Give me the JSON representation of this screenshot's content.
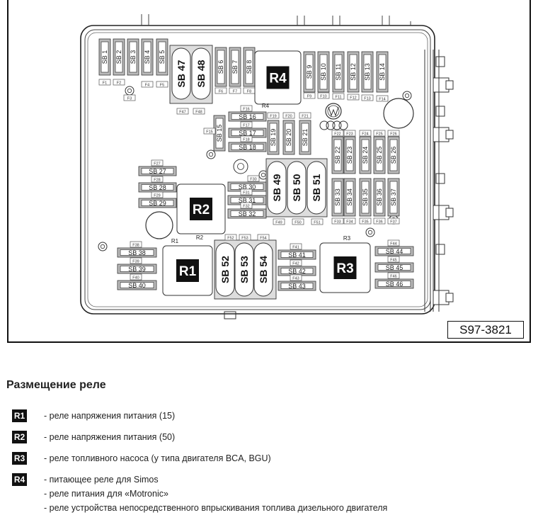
{
  "diagram": {
    "code": "S97-3821",
    "relays": {
      "R1": "R1",
      "R2": "R2",
      "R3": "R3",
      "R4": "R4"
    },
    "fuses_vertical_small": [
      {
        "sb": "SB 1",
        "f": "F1"
      },
      {
        "sb": "SB 2",
        "f": "F2"
      },
      {
        "sb": "SB 3",
        "f": "F3"
      },
      {
        "sb": "SB 4",
        "f": "F4"
      },
      {
        "sb": "SB 5",
        "f": "F5"
      },
      {
        "sb": "SB 6",
        "f": "F6"
      },
      {
        "sb": "SB 7",
        "f": "F7"
      },
      {
        "sb": "SB 8",
        "f": "F8"
      },
      {
        "sb": "SB 9",
        "f": "F9"
      },
      {
        "sb": "SB 10",
        "f": "F10"
      },
      {
        "sb": "SB 11",
        "f": "F11"
      },
      {
        "sb": "SB 12",
        "f": "F12"
      },
      {
        "sb": "SB 13",
        "f": "F13"
      },
      {
        "sb": "SB 14",
        "f": "F14"
      },
      {
        "sb": "SB 15",
        "f": "F15"
      },
      {
        "sb": "SB 19",
        "f": "F19"
      },
      {
        "sb": "SB 20",
        "f": "F20"
      },
      {
        "sb": "SB 21",
        "f": "F21"
      },
      {
        "sb": "SB 22",
        "f": "F22"
      },
      {
        "sb": "SB 23",
        "f": "F23"
      },
      {
        "sb": "SB 24",
        "f": "F24"
      },
      {
        "sb": "SB 25",
        "f": "F25"
      },
      {
        "sb": "SB 26",
        "f": "F26"
      },
      {
        "sb": "SB 33",
        "f": "F33"
      },
      {
        "sb": "SB 34",
        "f": "F34"
      },
      {
        "sb": "SB 35",
        "f": "F35"
      },
      {
        "sb": "SB 36",
        "f": "F36"
      },
      {
        "sb": "SB 37",
        "f": "F37"
      }
    ],
    "fuses_horizontal": [
      {
        "sb": "SB 16",
        "f": "F16"
      },
      {
        "sb": "SB 17",
        "f": "F17"
      },
      {
        "sb": "SB 18",
        "f": "F18"
      },
      {
        "sb": "SB 27",
        "f": "F27"
      },
      {
        "sb": "SB 28",
        "f": "F28"
      },
      {
        "sb": "SB 29",
        "f": "F29"
      },
      {
        "sb": "SB 30",
        "f": "F30"
      },
      {
        "sb": "SB 31",
        "f": "F31"
      },
      {
        "sb": "SB 32",
        "f": "F32"
      },
      {
        "sb": "SB 38",
        "f": "F38"
      },
      {
        "sb": "SB 39",
        "f": "F39"
      },
      {
        "sb": "SB 40",
        "f": "F40"
      },
      {
        "sb": "SB 41",
        "f": "F41"
      },
      {
        "sb": "SB 42",
        "f": "F42"
      },
      {
        "sb": "SB 43",
        "f": "F43"
      },
      {
        "sb": "SB 44",
        "f": "F44"
      },
      {
        "sb": "SB 45",
        "f": "F45"
      },
      {
        "sb": "SB 46",
        "f": "F46"
      }
    ],
    "fuses_large": [
      {
        "sb": "SB 47",
        "f": "F47"
      },
      {
        "sb": "SB 48",
        "f": "F48"
      },
      {
        "sb": "SB 49",
        "f": "F49"
      },
      {
        "sb": "SB 50",
        "f": "F50"
      },
      {
        "sb": "SB 51",
        "f": "F51"
      },
      {
        "sb": "SB 52",
        "f": "F52"
      },
      {
        "sb": "SB 53",
        "f": "F53"
      },
      {
        "sb": "SB 54",
        "f": "F54"
      }
    ]
  },
  "legend": {
    "title": "Размещение реле",
    "items": [
      {
        "badge": "R1",
        "lines": [
          "- реле напряжения питания (15)"
        ]
      },
      {
        "badge": "R2",
        "lines": [
          "- реле напряжения питания (50)"
        ]
      },
      {
        "badge": "R3",
        "lines": [
          "- реле топливного насоса (у типа двигателя BCA, BGU)"
        ]
      },
      {
        "badge": "R4",
        "lines": [
          "- питающее реле для Simos",
          "- реле питания для «Motronic»",
          "- реле устройства непосредственного впрыскивания топлива дизельного двигателя"
        ]
      }
    ]
  }
}
